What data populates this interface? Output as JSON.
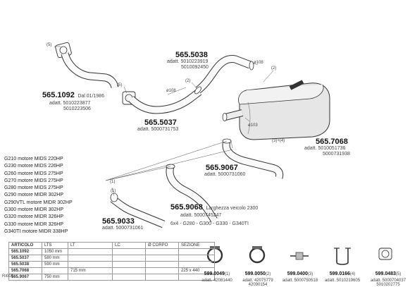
{
  "callouts": {
    "c1": "(5)",
    "c2": "(5)",
    "c3": "(2)",
    "c4": "(2)",
    "c5": "(3)+(4)",
    "c6": "(1)",
    "c7": "(1)"
  },
  "diameters": {
    "d1": "ø108",
    "d2": "ø108",
    "d3": "ø103"
  },
  "parts": {
    "p1092": {
      "code": "565.1092",
      "note": "Dal 01/1986",
      "adatt_label": "adatt.",
      "refs": [
        "5010223877",
        "5010223506"
      ]
    },
    "p5038": {
      "code": "565.5038",
      "adatt_label": "adatt.",
      "refs": [
        "5010223919",
        "5010092450"
      ]
    },
    "p5037": {
      "code": "565.5037",
      "adatt_label": "adatt.",
      "refs": [
        "5000731753"
      ]
    },
    "p7068": {
      "code": "565.7068",
      "adatt_label": "adatt.",
      "refs": [
        "5010051736",
        "5000731938"
      ]
    },
    "p9067": {
      "code": "565.9067",
      "adatt_label": "adatt.",
      "refs": [
        "5000731060"
      ]
    },
    "p9068": {
      "code": "565.9068",
      "note": "Larghezza veicolo 2300",
      "adatt_label": "adatt.",
      "refs": [
        "5000745247"
      ],
      "fit": "6x4 - G280 - G300 - G330 - G340TI"
    },
    "p9033": {
      "code": "565.9033",
      "adatt_label": "adatt.",
      "refs": [
        "5000731061"
      ]
    }
  },
  "models": [
    "G210 motore MIDS 220HP",
    "G230 motore MIDS 226HP",
    "G260 motore MIDS 275HP",
    "G270 motore MIDS 275HP",
    "G280 motore MIDS 275HP",
    "G290 motore MIDR 302HP",
    "G290VTL motore MIDR 302HP",
    "G300 motore MIDR 302HP",
    "G320 motore MIDR 326HP",
    "G330 motore MIDR 326HP",
    "G340TI motore MIDR 338HP"
  ],
  "table": {
    "headers": [
      "ARTICOLO",
      "LTS",
      "LT",
      "LC",
      "Ø CORPO",
      "SEZIONE"
    ],
    "rows": [
      [
        "565.1092",
        "1050 mm",
        "",
        "",
        "",
        ""
      ],
      [
        "565.5037",
        "580 mm",
        "",
        "",
        "",
        ""
      ],
      [
        "565.5038",
        "590 mm",
        "",
        "",
        "",
        ""
      ],
      [
        "565.7068",
        "",
        "715 mm",
        "",
        "",
        "225 x 440"
      ],
      [
        "565.9067",
        "750 mm",
        "",
        "",
        "",
        ""
      ]
    ]
  },
  "side_code": "RI016",
  "accessories": [
    {
      "code": "599.0049",
      "qty": "(1)",
      "adatt_label": "adatt.",
      "refs": [
        "42081440"
      ],
      "icon": "clamp-ring-icon"
    },
    {
      "code": "599.0050",
      "qty": "(2)",
      "adatt_label": "adatt.",
      "refs": [
        "42075779",
        "42090154"
      ],
      "icon": "clamp-ring-icon"
    },
    {
      "code": "599.0400",
      "qty": "(3)",
      "adatt_label": "adatt.",
      "refs": [
        "5000750518"
      ],
      "icon": "rubber-mount-icon"
    },
    {
      "code": "599.0166",
      "qty": "(4)",
      "adatt_label": "adatt.",
      "refs": [
        "5010219605"
      ],
      "icon": "u-bracket-icon"
    },
    {
      "code": "599.0483",
      "qty": "(5)",
      "adatt_label": "adatt.",
      "refs": [
        "5000704037",
        "5010202775"
      ],
      "icon": "gasket-icon"
    }
  ]
}
